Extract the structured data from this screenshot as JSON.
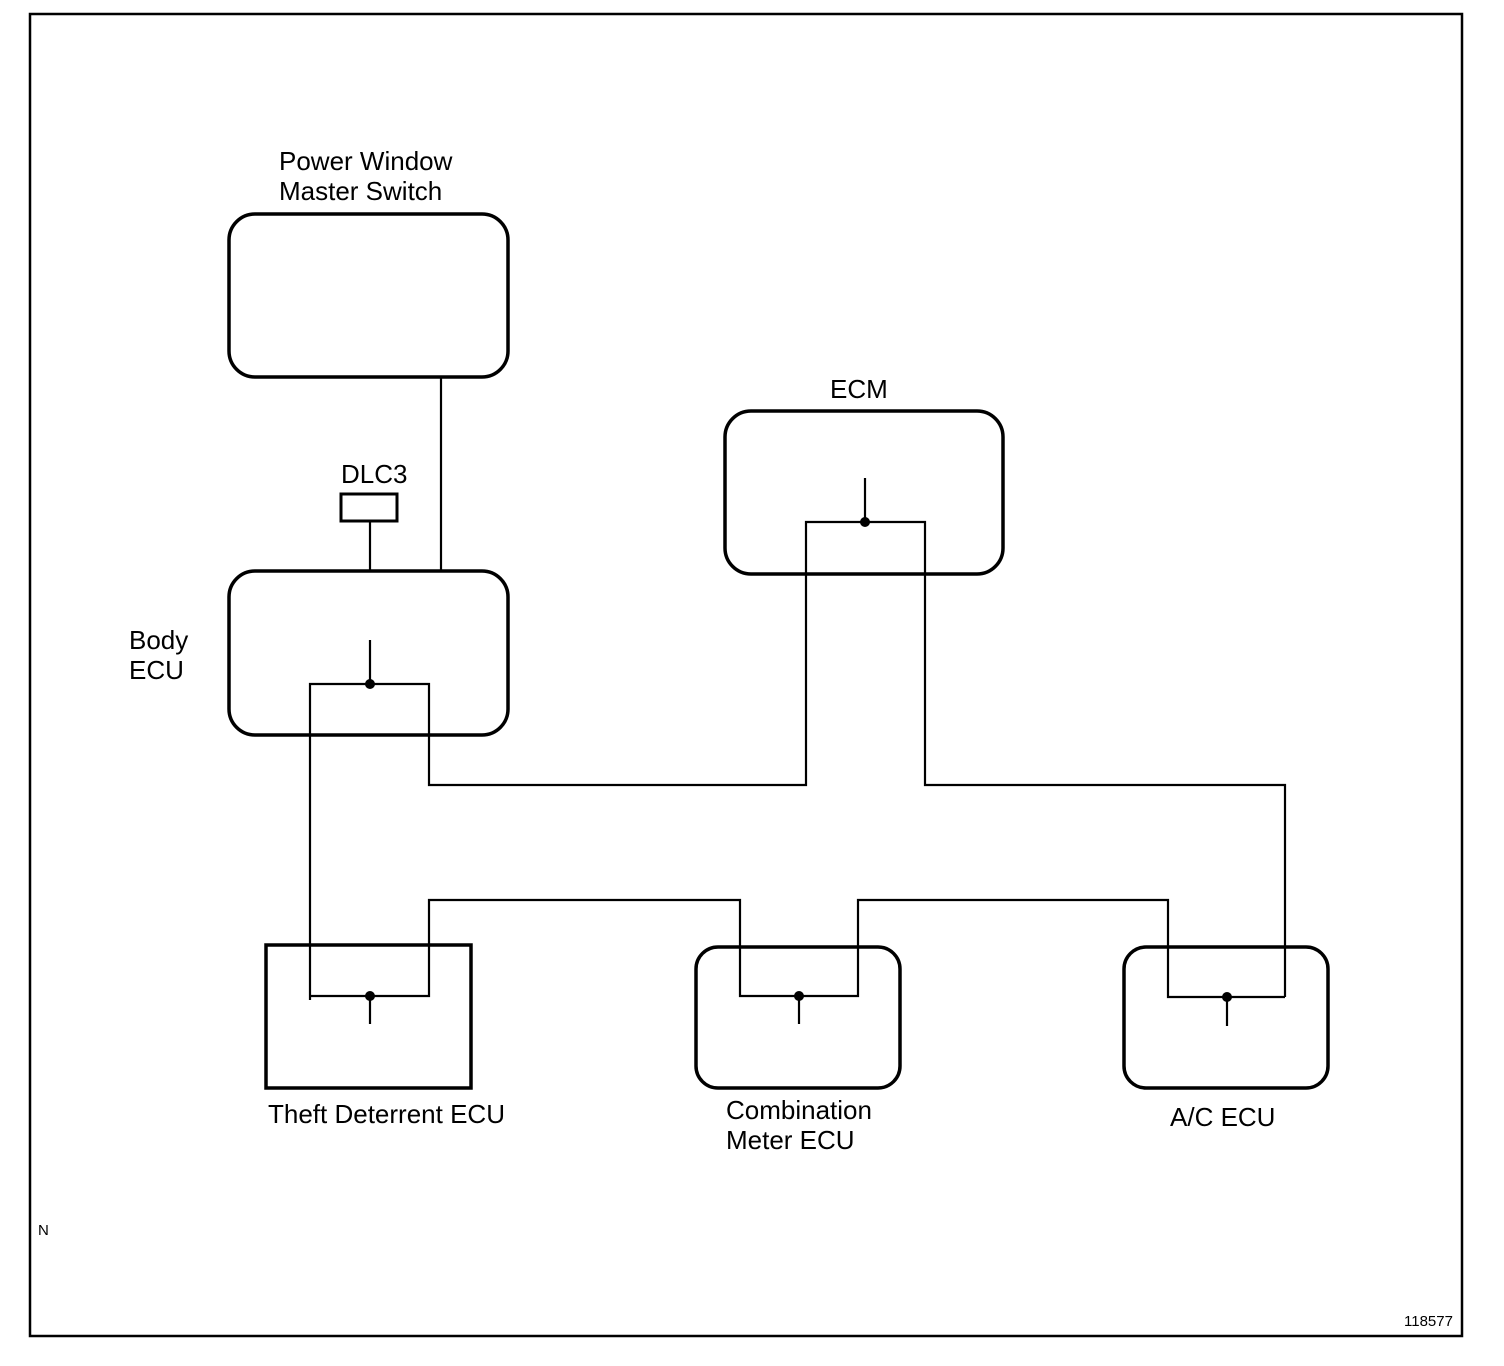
{
  "labels": {
    "pw_line1": "Power Window",
    "pw_line2": "Master Switch",
    "dlc3": "DLC3",
    "ecm": "ECM",
    "body_line1": "Body",
    "body_line2": "ECU",
    "theft": "Theft Deterrent ECU",
    "combo_line1": "Combination",
    "combo_line2": "Meter ECU",
    "ac": "A/C ECU",
    "corner_mark": "N",
    "figure_id": "118577"
  }
}
